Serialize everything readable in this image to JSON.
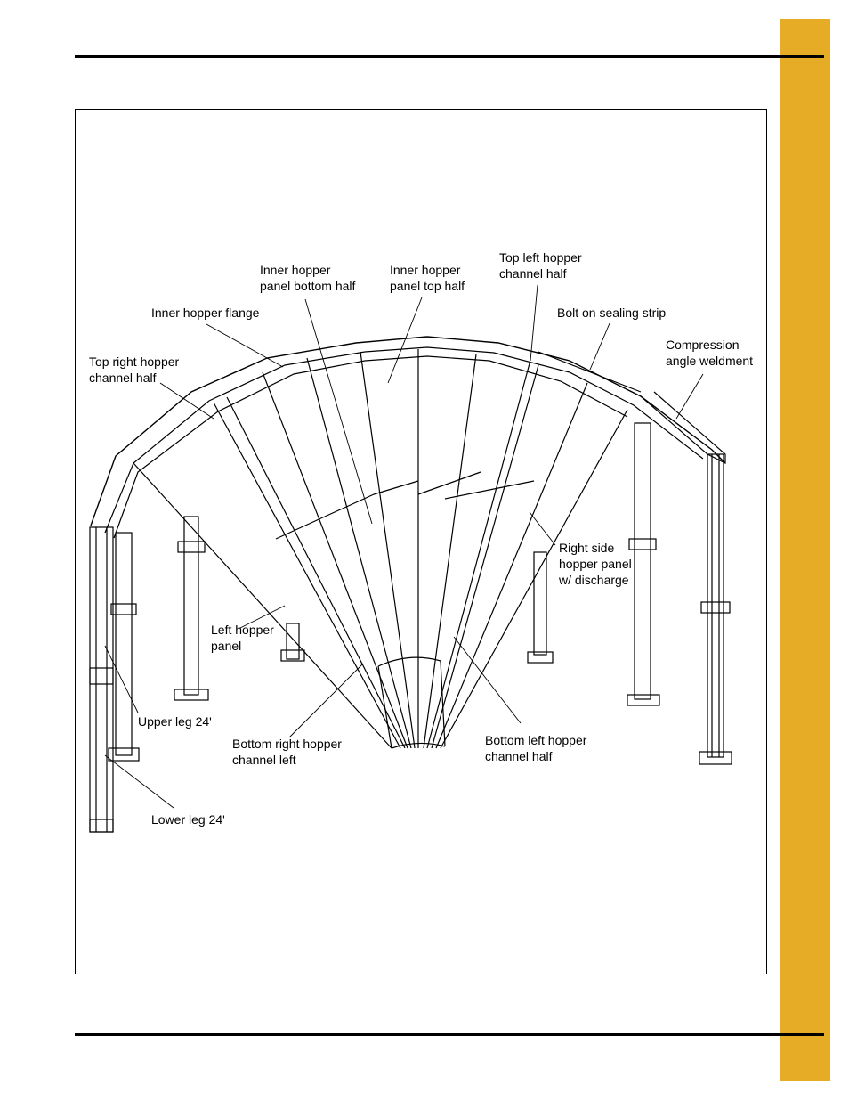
{
  "colors": {
    "tab": "#e6ac26",
    "line": "#000000"
  },
  "labels": {
    "inner_bottom": "Inner hopper\npanel bottom half",
    "inner_top": "Inner hopper\npanel top half",
    "top_left_channel": "Top left hopper\nchannel half",
    "inner_flange": "Inner hopper flange",
    "sealing_strip": "Bolt on sealing strip",
    "compression": "Compression\nangle weldment",
    "top_right_channel": "Top right hopper\nchannel half",
    "right_side_panel": "Right side\nhopper panel\nw/ discharge",
    "left_panel": "Left hopper\npanel",
    "upper_leg": "Upper leg 24'",
    "bottom_right_channel": "Bottom right hopper\nchannel left",
    "bottom_left_channel": "Bottom left hopper\nchannel half",
    "lower_leg": "Lower leg 24'"
  }
}
